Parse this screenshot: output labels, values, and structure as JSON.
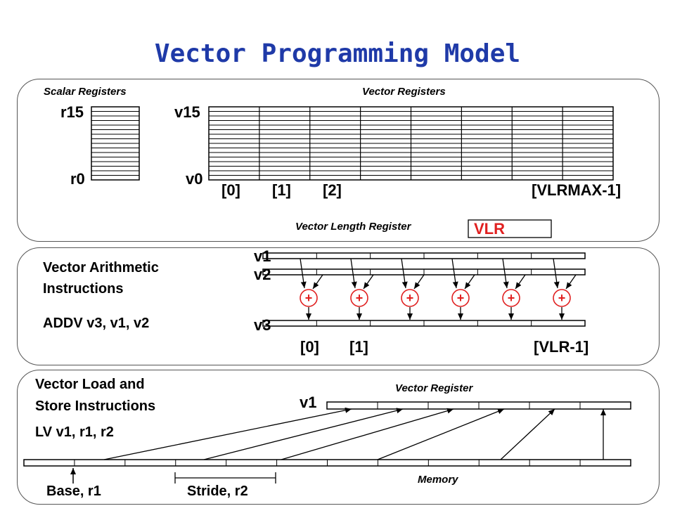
{
  "title": "Vector Programming Model",
  "scalar_section": {
    "heading": "Scalar Registers",
    "top_label": "r15",
    "bottom_label": "r0"
  },
  "vector_section": {
    "heading": "Vector Registers",
    "top_label": "v15",
    "bottom_label": "v0",
    "index_labels": [
      "[0]",
      "[1]",
      "[2]",
      "[VLRMAX-1]"
    ],
    "vlr_caption": "Vector Length Register",
    "vlr_box": "VLR"
  },
  "arith_section": {
    "heading_line1": "Vector Arithmetic",
    "heading_line2": "Instructions",
    "instruction": "ADDV v3, v1, v2",
    "src1": "v1",
    "src2": "v2",
    "dest": "v3",
    "op_symbol": "+",
    "index_labels": [
      "[0]",
      "[1]",
      "[VLR-1]"
    ]
  },
  "ls_section": {
    "heading_line1": "Vector Load and",
    "heading_line2": "Store Instructions",
    "instruction": "LV v1, r1, r2",
    "reg_caption": "Vector Register",
    "reg_label": "v1",
    "memory_caption": "Memory",
    "base_label": "Base, r1",
    "stride_label": "Stride, r2"
  },
  "colors": {
    "title": "#1f3aa8",
    "plus_circle": "#e02020",
    "vlr_text": "#e02020",
    "outline": "#000000"
  }
}
